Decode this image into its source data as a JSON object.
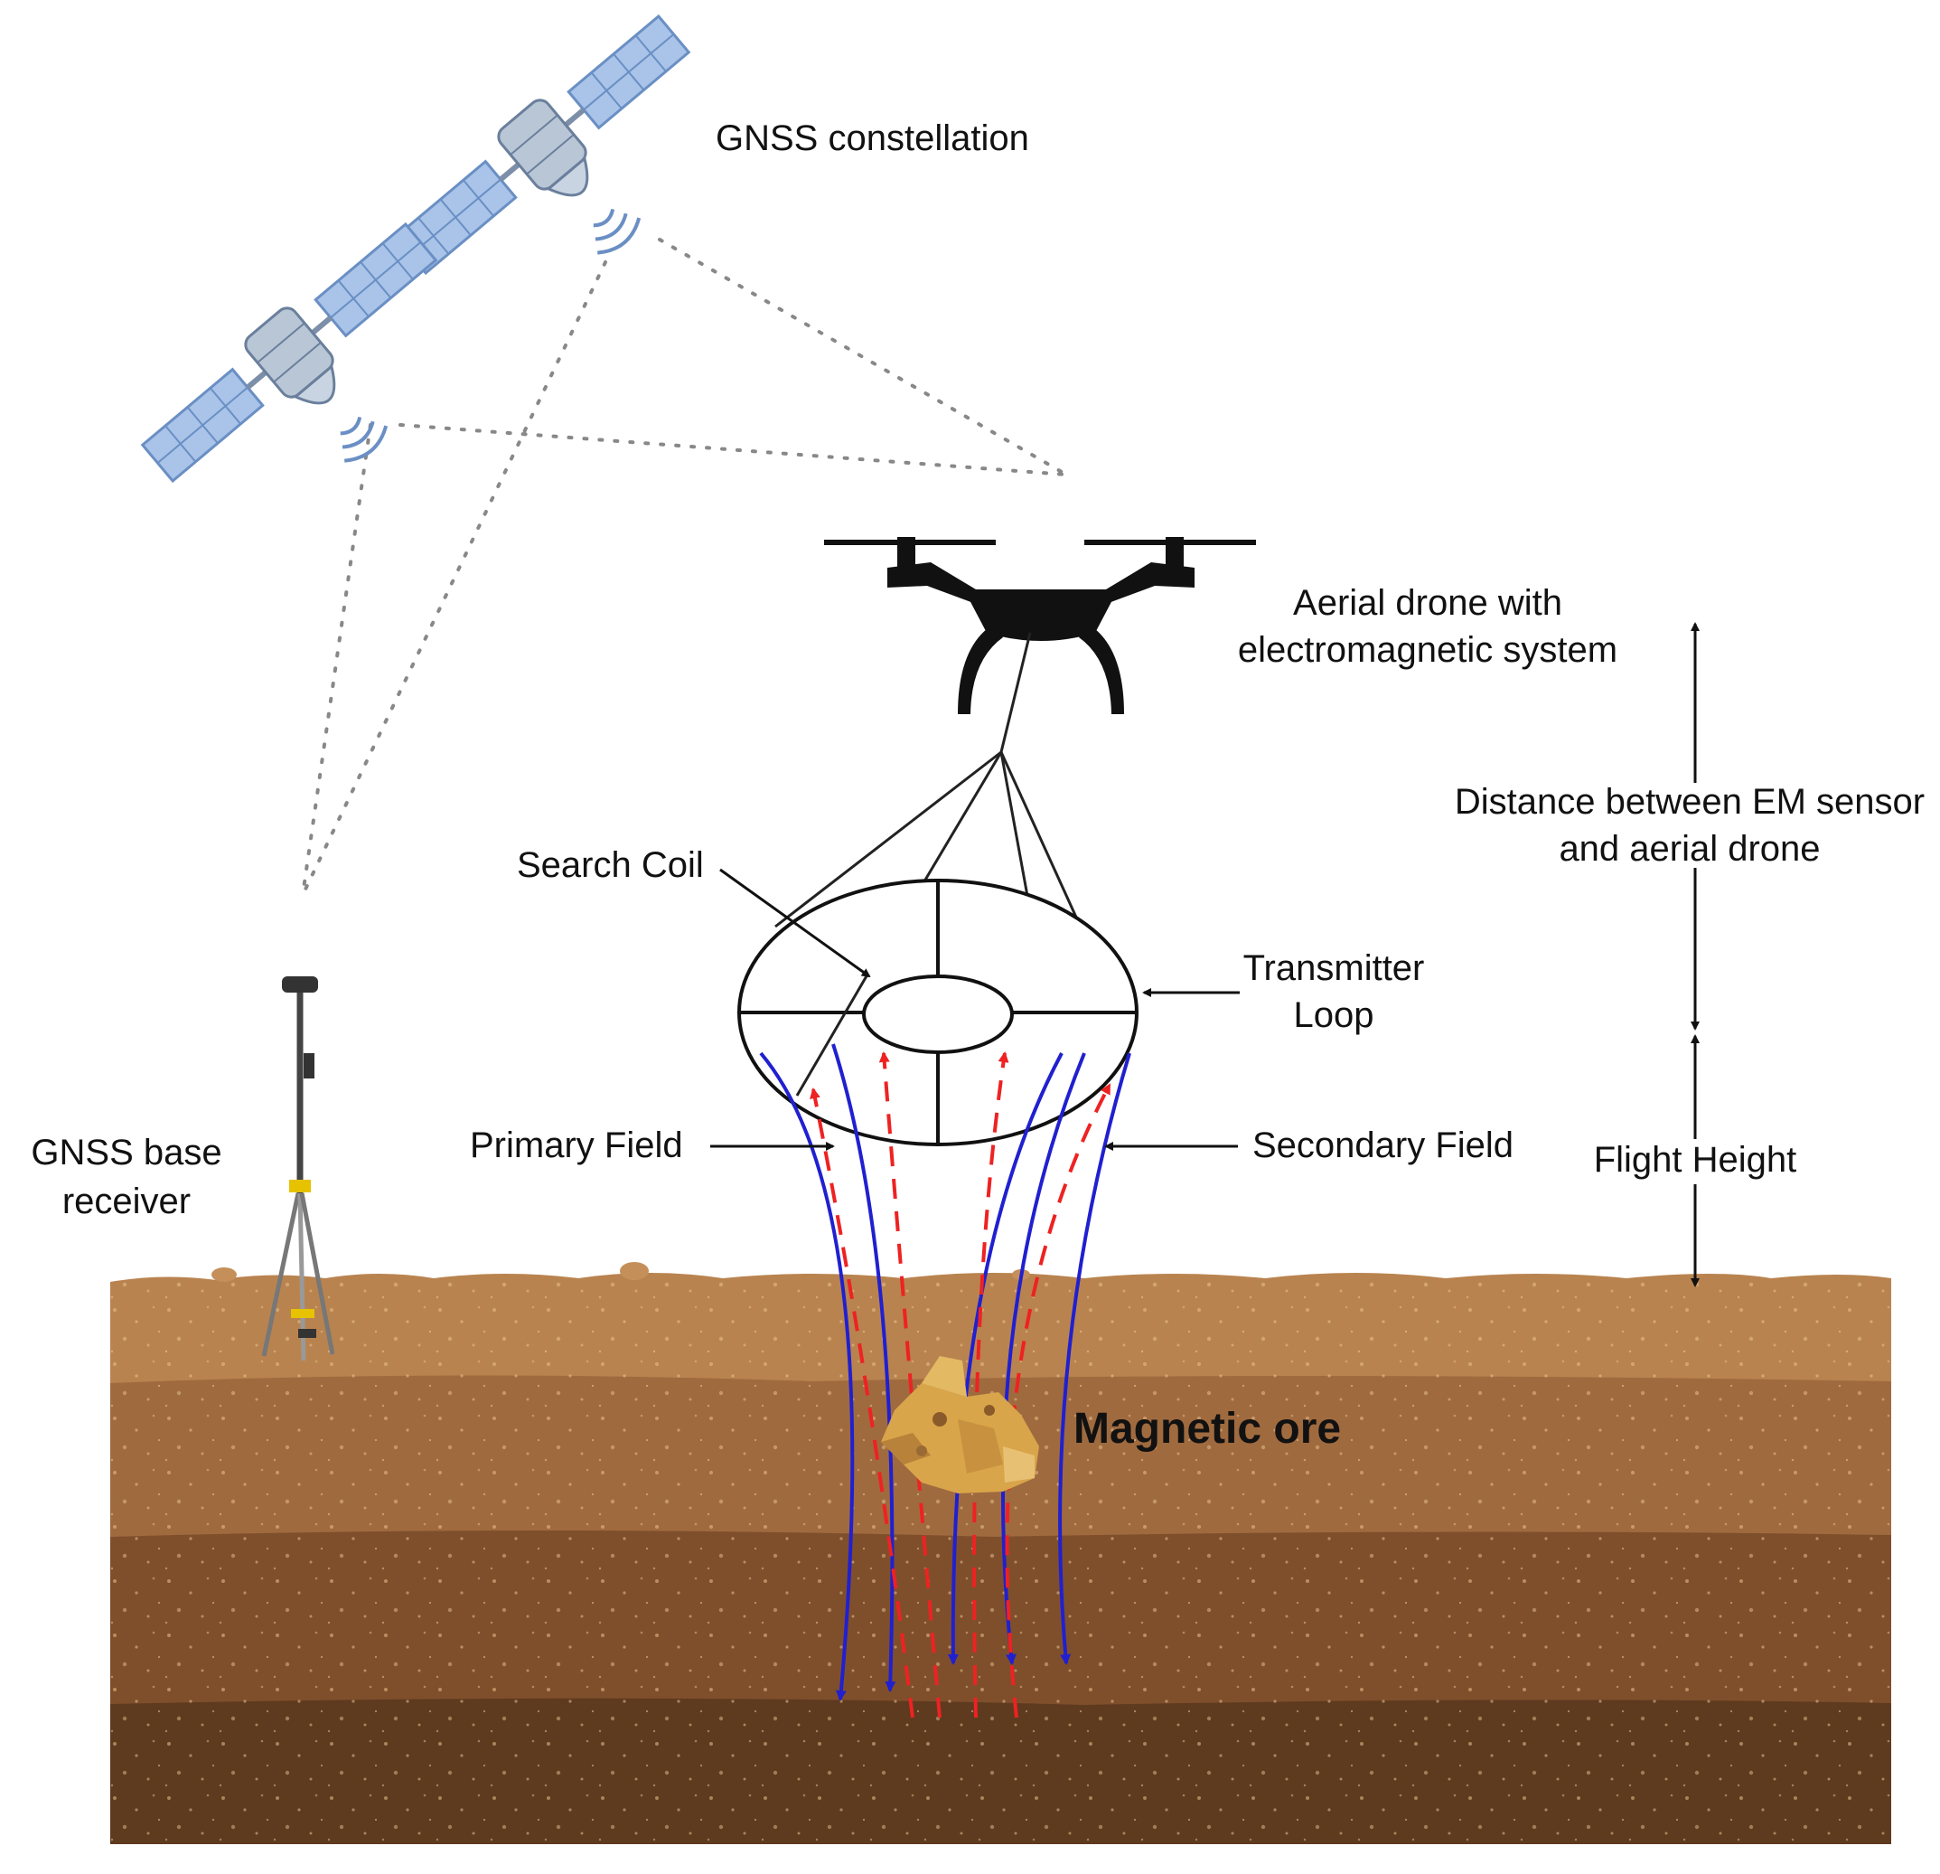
{
  "labels": {
    "gnss_constellation": "GNSS constellation",
    "drone_line1": "Aerial drone with",
    "drone_line2": "electromagnetic system",
    "distance_line1": "Distance between EM sensor",
    "distance_line2": "and aerial drone",
    "search_coil": "Search Coil",
    "transmitter_line1": "Transmitter",
    "transmitter_line2": "Loop",
    "gnss_base_line1": "GNSS base",
    "gnss_base_line2": "receiver",
    "primary_field": "Primary Field",
    "secondary_field": "Secondary Field",
    "flight_height": "Flight Height",
    "magnetic_ore": "Magnetic ore"
  },
  "colors": {
    "satellite_panel": "#a9c4e8",
    "satellite_outline": "#6a8fc4",
    "primary_field": "#2020d0",
    "secondary_field": "#ee2222",
    "soil_top": "#b9834f",
    "soil_mid": "#a06a3f",
    "soil_deep": "#7f4f2c",
    "soil_bottom": "#5e3a1f",
    "ore": "#d9a54a"
  },
  "icons": [
    "satellite-icon",
    "drone-icon",
    "gnss-tripod-icon",
    "ore-icon"
  ]
}
